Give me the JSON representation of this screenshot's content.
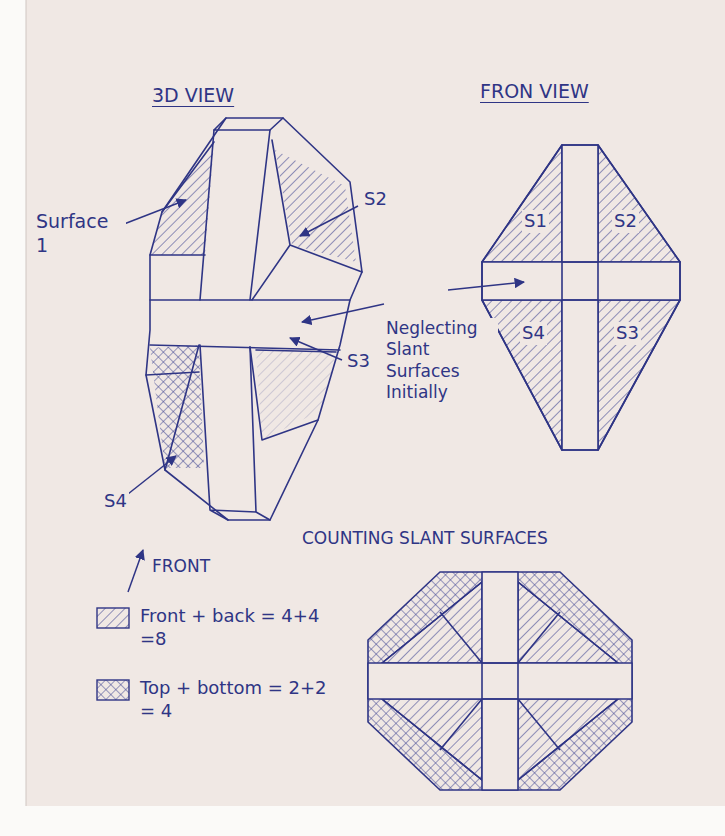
{
  "diagram": {
    "labels": [
      "3D VIEW",
      "FRON VIEW",
      "Surface 1",
      "S2",
      "S3",
      "S4",
      "FRONT",
      "S1",
      "S2",
      "S4",
      "S3",
      "Neglecting Slant Surfaces Initially",
      "COUNTING SLANT SURFACES"
    ],
    "legend": [
      {
        "text": "Front + back = 4+4 =8"
      },
      {
        "text": "Top + bottom = 2+2 = 4"
      }
    ]
  }
}
